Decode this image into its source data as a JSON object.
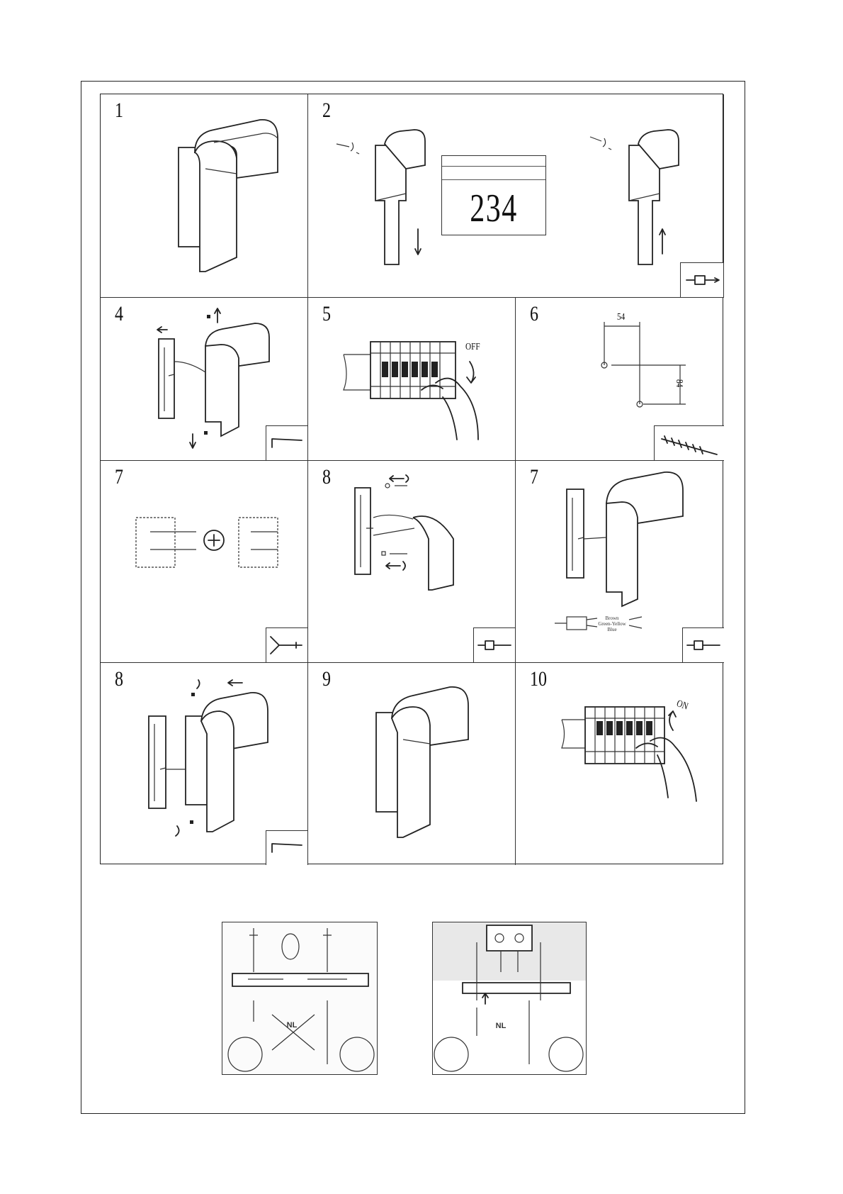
{
  "panels": [
    {
      "step": "1"
    },
    {
      "step": "2",
      "house_number": "234"
    },
    {
      "step": "4"
    },
    {
      "step": "5",
      "switch_label": "OFF"
    },
    {
      "step": "6",
      "dim_horizontal": "54",
      "dim_vertical": "84"
    },
    {
      "step": "7"
    },
    {
      "step": "8"
    },
    {
      "step": "7",
      "wiring_labels": [
        "Brown",
        "Green-Yellow",
        "Blue"
      ]
    },
    {
      "step": "8"
    },
    {
      "step": "9"
    },
    {
      "step": "10",
      "switch_label": "ON"
    }
  ],
  "bottom_images": [
    {
      "badge": "NL"
    },
    {
      "badge": "NL"
    }
  ]
}
